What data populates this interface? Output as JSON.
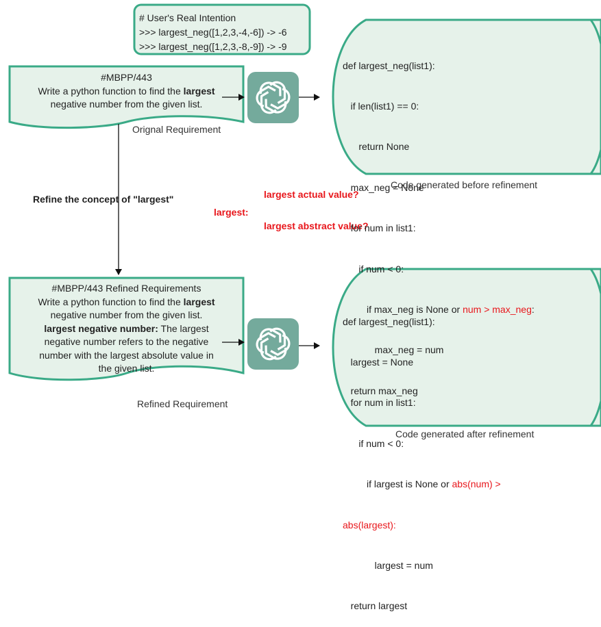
{
  "intention": {
    "title": "# User's Real Intention",
    "lines": [
      ">>> largest_neg([1,2,3,-4,-6]) -> -6",
      ">>> largest_neg([1,2,3,-8,-9]) -> -9"
    ]
  },
  "original": {
    "id": "#MBPP/443",
    "line1_pre": "Write a python function to find the ",
    "line1_bold": "largest",
    "line2": "negative number from the given list.",
    "caption": "Orignal Requirement"
  },
  "refine": {
    "label": "Refine the concept of \"largest\"",
    "largest": "largest:",
    "option_actual": "largest actual value?",
    "option_abstract": "largest abstract value?"
  },
  "refined": {
    "id": "#MBPP/443 Refined Requirements",
    "line1_pre": "Write a python function to find the ",
    "line1_bold": "largest",
    "line2": "negative number from the given list.",
    "line3_bold": "largest negative number:",
    "line3_rest": " The largest",
    "line4": "negative number refers to the negative",
    "line5": "number with the largest absolute value in",
    "line6": "the given list.",
    "caption": "Refined Requirement"
  },
  "code_before": {
    "lines": [
      "def largest_neg(list1):",
      "   if len(list1) == 0:",
      "      return None",
      "   max_neg = None",
      "   for num in list1:",
      "      if num < 0:",
      "         if max_neg is None or ",
      "            max_neg = num",
      "   return max_neg"
    ],
    "highlight": "num > max_neg",
    "highlight_tail": ":",
    "caption": "Code generated before refinement"
  },
  "code_after": {
    "l1": "def largest_neg(list1):",
    "l2": "   largest = None",
    "l3": "   for num in list1:",
    "l4": "      if num < 0:",
    "l5_pre": "         if largest is None or ",
    "l5_red": "abs(num) >",
    "l6_red": "abs(largest):",
    "l7": "            largest = num",
    "l8": "   return largest",
    "caption": "Code generated after refinement"
  },
  "colors": {
    "border": "#3aaa87",
    "fill": "#e6f2ea",
    "logo_bg": "#74aa9c",
    "highlight": "#e8161b"
  },
  "icons": [
    "openai-logo-icon",
    "openai-logo-icon"
  ]
}
